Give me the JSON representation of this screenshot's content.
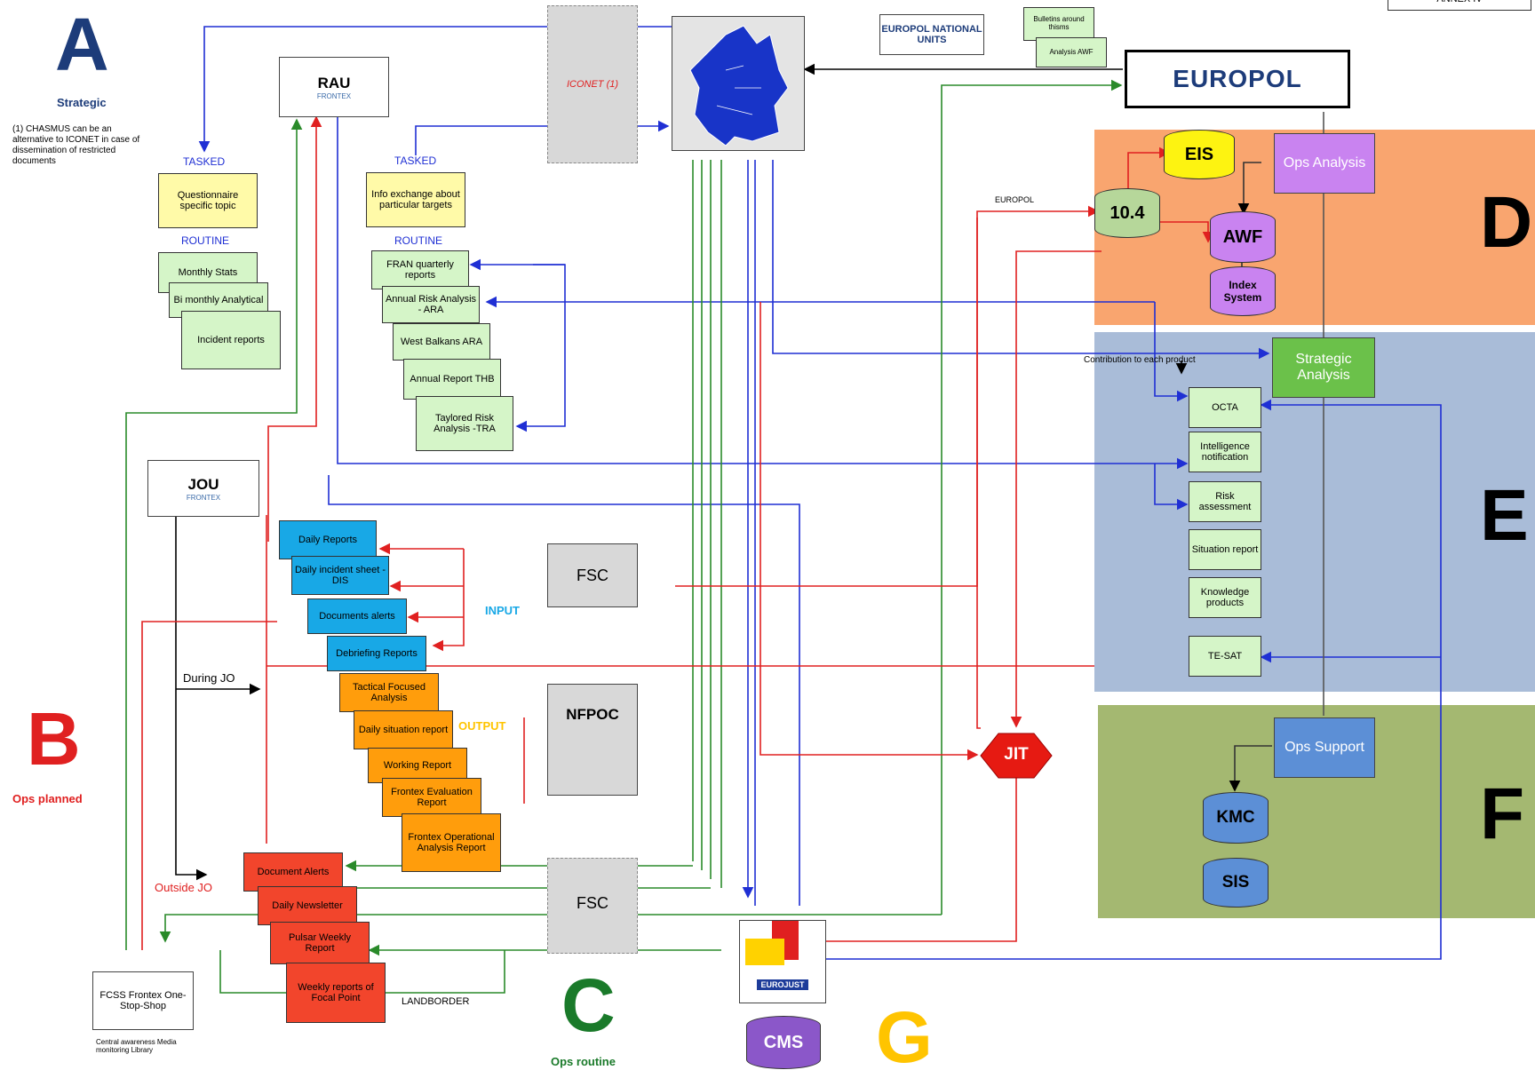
{
  "sections": {
    "a": {
      "letter": "A",
      "name": "Strategic",
      "note": "(1) CHASMUS can be an alternative to ICONET in case of dissemination of restricted documents"
    },
    "b": {
      "letter": "B",
      "name": "Ops planned"
    },
    "c": {
      "letter": "C",
      "name": "Ops routine"
    },
    "d": {
      "letter": "D"
    },
    "e": {
      "letter": "E"
    },
    "f": {
      "letter": "F"
    },
    "g": {
      "letter": "G"
    }
  },
  "top_right": {
    "label": "ANNEX IV"
  },
  "rau": {
    "name": "RAU",
    "logo_text": "FRONTEX"
  },
  "jou": {
    "name": "JOU",
    "logo_text": "FRONTEX"
  },
  "iconet": {
    "label": "ICONET (1)"
  },
  "europol": {
    "name": "EUROPOL",
    "national_units": "EUROPOL NATIONAL UNITS",
    "bulletin": "Bulletins around thisms",
    "analysis_awf": "Analysis AWF",
    "eu_arrow": "EUROPOL"
  },
  "a_tasked": {
    "label": "TASKED",
    "doc": "Questionnaire specific topic"
  },
  "a_routine": {
    "label": "ROUTINE",
    "docs": [
      "Monthly Stats",
      "Bi monthly Analytical",
      "Incident reports"
    ]
  },
  "rau_tasked": {
    "label": "TASKED",
    "doc": "Info exchange about particular targets"
  },
  "rau_routine": {
    "label": "ROUTINE",
    "docs": [
      "FRAN quarterly reports",
      "Annual Risk Analysis - ARA",
      "West Balkans ARA",
      "Annual Report THB",
      "Taylored Risk Analysis -TRA"
    ]
  },
  "input": {
    "label": "INPUT",
    "docs": [
      "Daily Reports",
      "Daily incident sheet - DIS",
      "Documents alerts",
      "Debriefing Reports"
    ]
  },
  "output": {
    "label": "OUTPUT",
    "docs": [
      "Tactical Focused Analysis",
      "Daily situation report",
      "Working Report",
      "Frontex Evaluation Report",
      "Frontex Operational Analysis Report"
    ]
  },
  "routine_c": {
    "docs": [
      "Document Alerts",
      "Daily Newsletter",
      "Pulsar Weekly Report",
      "Weekly reports of Focal Point"
    ],
    "landborder": "LANDBORDER"
  },
  "during_jo": "During JO",
  "outside_jo": "Outside JO",
  "fcss": {
    "name": "FCSS Frontex One-Stop-Shop",
    "caption": "Central awareness Media monitoring Library"
  },
  "fsc1": "FSC",
  "fsc2": "FSC",
  "nfpoc": "NFPOC",
  "d_panel": {
    "eis": "EIS",
    "ten_four": "10.4",
    "awf": "AWF",
    "index": "Index System",
    "ops_analysis": "Ops Analysis"
  },
  "e_panel": {
    "strategic": "Strategic Analysis",
    "contribution": "Contribution to each product",
    "products": [
      "OCTA",
      "Intelligence notification",
      "Risk assessment",
      "Situation report",
      "Knowledge products",
      "TE-SAT"
    ]
  },
  "f_panel": {
    "ops_support": "Ops Support",
    "kmc": "KMC",
    "sis": "SIS"
  },
  "jit": "JIT",
  "eurojust": {
    "name": "EUROJUST",
    "cms": "CMS"
  },
  "colors": {
    "d_band": "#f9a56f",
    "e_band": "#a9bcd8",
    "f_band": "#a4b871",
    "europol_lilac": "#c983f0",
    "cyl_green": "#b6d79a",
    "cyl_yellow": "#fdf311",
    "cyl_blue": "#5c8fd6"
  }
}
